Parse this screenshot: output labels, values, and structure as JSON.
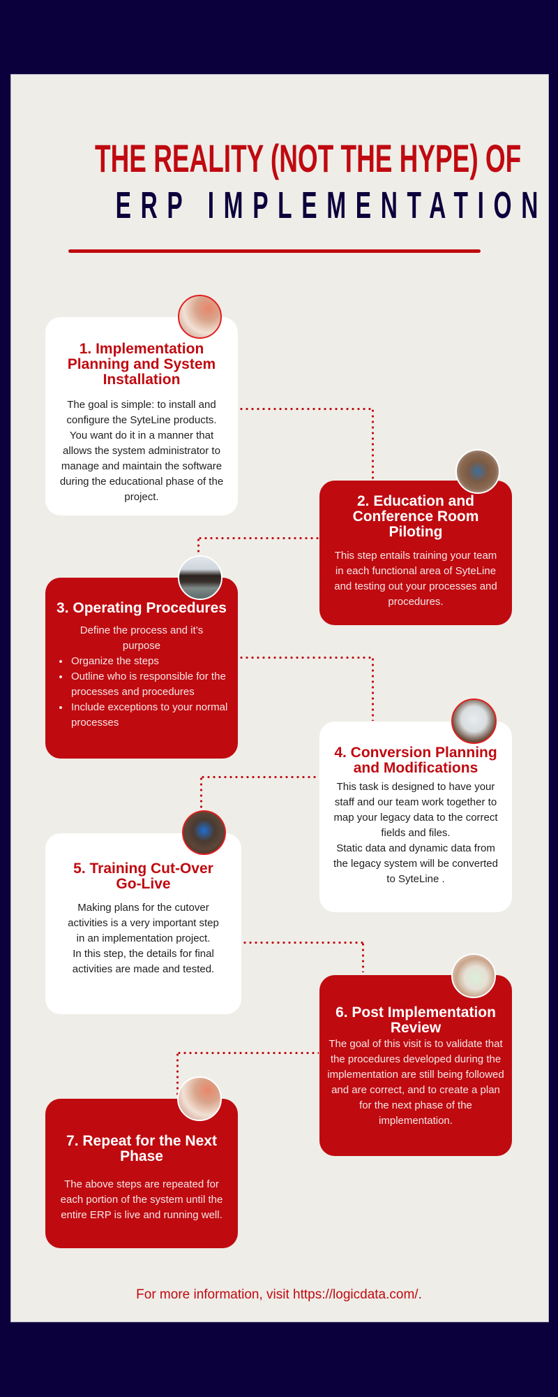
{
  "header": {
    "title_line1": "THE REALITY (NOT THE HYPE) OF",
    "title_line2": "ERP IMPLEMENTATION"
  },
  "colors": {
    "background": "#0c003c",
    "panel": "#efede8",
    "accent_red": "#bf0a10",
    "navy": "#0c003c",
    "card_white": "#ffffff"
  },
  "steps": [
    {
      "title": "1. Implementation Planning and System Installation",
      "body": "The goal is simple: to install and configure the SyteLine products. You want do it in a manner that allows the system administrator to manage and maintain the software during the educational phase of the project.",
      "style": "white",
      "image": "hands-on-papers-photo"
    },
    {
      "title": "2. Education and Conference Room Piloting",
      "body": "This step entails training your team in each functional area of SyteLine and testing out your processes and procedures.",
      "style": "red",
      "image": "team-meeting-laptops-photo"
    },
    {
      "title": "3. Operating Procedures",
      "intro": "Define the process and it’s purpose",
      "bullets": [
        "Organize the steps",
        "Outline who is responsible for the processes and procedures",
        "Include exceptions to your normal processes"
      ],
      "style": "red",
      "image": "man-at-whiteboard-photo"
    },
    {
      "title": "4. Conversion Planning and Modifications",
      "body": "This task is designed to have your staff and our team work together to map your legacy data to the correct fields and files.",
      "body2": "Static data and dynamic data from the legacy system will be converted to SyteLine .",
      "style": "white",
      "image": "map-on-desk-photo"
    },
    {
      "title": "5. Training Cut-Over Go-Live",
      "body": "Making plans for the cutover activities is a very important step in an implementation project.",
      "body2": "In this step, the details for final activities are made and tested.",
      "style": "white",
      "image": "desk-with-laptops-photo"
    },
    {
      "title": "6. Post Implementation Review",
      "body": "The goal of this visit is to validate that the procedures developed during the implementation are still being followed and are correct, and to create a plan for the next phase of the implementation.",
      "style": "red",
      "image": "tablet-review-photo"
    },
    {
      "title": "7. Repeat for the Next Phase",
      "body": "The above steps are repeated for each portion of the system until the entire ERP is live and running well.",
      "style": "red",
      "image": "hands-on-papers-photo"
    }
  ],
  "footer": {
    "text": "For more information, visit https://logicdata.com/."
  }
}
